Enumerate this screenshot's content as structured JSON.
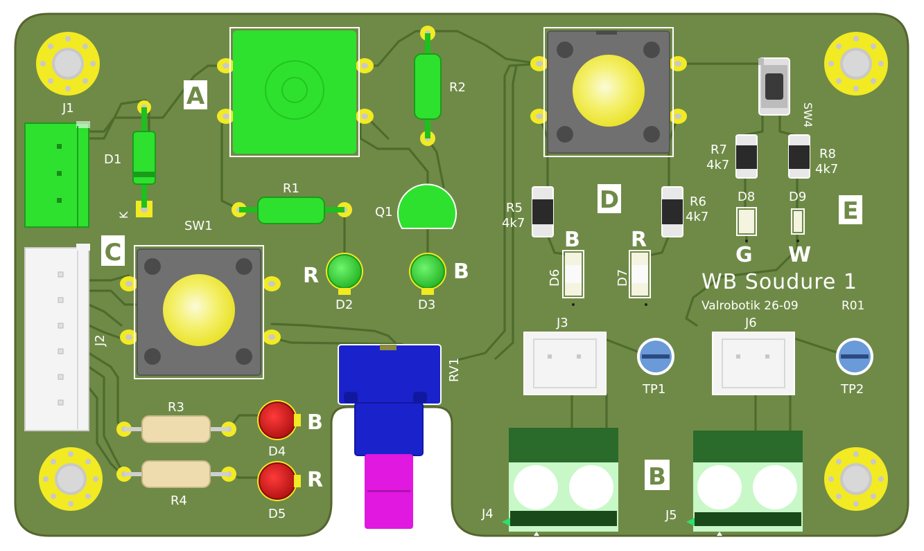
{
  "board": {
    "title": "WB Soudure 1",
    "subtitle": "Valrobotik 26-09",
    "revision": "R01",
    "colors": {
      "background": "#ffffff",
      "substrate": "#6f8a47",
      "board_edge": "#55652f",
      "track": "#4d6b2c",
      "pad": "#f2ea23",
      "pad_hole": "#c8c8c8",
      "silkscreen": "#ffffff",
      "green_part": "#2ee12e",
      "white_led": "#f8f8c8",
      "red_led": "#d01818",
      "potentiometer": "#1a22cc",
      "pot_knob": "#e018e0",
      "connector_body": "#2a6a2a",
      "connector_light": "#c8f7c8",
      "testpoint": "#6a9ad8",
      "resistor_body": "#eedcae"
    }
  },
  "zones": {
    "a": "A",
    "b": "B",
    "c": "C",
    "d": "D",
    "e": "E"
  },
  "refs": {
    "j1": "J1",
    "j2": "J2",
    "j3": "J3",
    "j4": "J4",
    "j5": "J5",
    "j6": "J6",
    "d1": "D1",
    "d1_k": "K",
    "d2": "D2",
    "d3": "D3",
    "d4": "D4",
    "d5": "D5",
    "d6": "D6",
    "d7": "D7",
    "d8": "D8",
    "d9": "D9",
    "r1": "R1",
    "r2": "R2",
    "r3": "R3",
    "r4": "R4",
    "r5": "R5",
    "r6": "R6",
    "r7": "R7",
    "r8": "R8",
    "sw1": "SW1",
    "sw4": "SW4",
    "q1": "Q1",
    "rv1": "RV1",
    "tp1": "TP1",
    "tp2": "TP2"
  },
  "values": {
    "r5": "4k7",
    "r6": "4k7",
    "r7": "4k7",
    "r8": "4k7"
  },
  "led_marks": {
    "d2": "R",
    "d3": "B",
    "d4": "B",
    "d5": "R",
    "d6": "B",
    "d7": "R",
    "d8": "G",
    "d9": "W"
  }
}
